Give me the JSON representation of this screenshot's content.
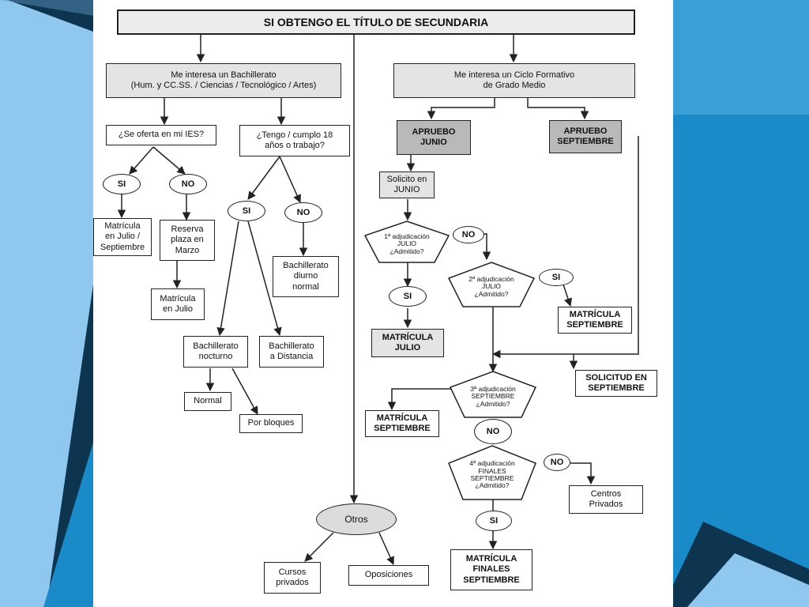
{
  "colors": {
    "background": "#8fc7ee",
    "accent_blue": "#1a8ac8",
    "dark_navy": "#0d3550",
    "box_grey": "#e4e4e4",
    "box_dark": "#b9b9b9"
  },
  "title": "SI OBTENGO EL TÍTULO DE SECUNDARIA",
  "bachillerato": {
    "heading": "Me interesa un Bachillerato\n(Hum. y CC.SS. / Ciencias / Tecnológico / Artes)",
    "q_ies": "¿Se oferta en mi IES?",
    "q_age": "¿Tengo / cumplo 18\naños o trabajo?",
    "ies_si": "SI",
    "ies_no": "NO",
    "matricula_julio_sept": "Matrícula\nen Julio /\nSeptiembre",
    "reserva": "Reserva\nplaza en\nMarzo",
    "matricula_julio": "Matrícula\nen Julio",
    "age_si": "SI",
    "age_no": "NO",
    "diurno": "Bachillerato\ndiurno\nnormal",
    "nocturno": "Bachillerato\nnocturno",
    "distancia": "Bachillerato\na Distancia",
    "normal": "Normal",
    "bloques": "Por bloques"
  },
  "otros": {
    "label": "Otros",
    "cursos": "Cursos\nprivados",
    "oposiciones": "Oposiciones"
  },
  "ciclo": {
    "heading": "Me interesa un Ciclo Formativo\nde Grado Medio",
    "aprueba_junio": "APRUEBO\nJUNIO",
    "aprueba_sept": "APRUEBO\nSEPTIEMBRE",
    "solicito_junio": "Solicito en\nJUNIO",
    "adj1": "1ª adjudicación\nJULIO\n¿Admitido?",
    "adj1_no": "NO",
    "adj1_si": "SI",
    "matricula_julio": "MATRÍCULA\nJULIO",
    "adj2": "2ª adjudicación\nJULIO\n¿Admitido?",
    "adj2_si": "SI",
    "matricula_sept_a": "MATRÍCULA\nSEPTIEMBRE",
    "solicitud_sept": "SOLICITUD EN\nSEPTIEMBRE",
    "adj3": "3ª adjudicación\nSEPTIEMBRE\n¿Admitido?",
    "matricula_sept_b": "MATRÍCULA\nSEPTIEMBRE",
    "adj3_no": "NO",
    "adj4": "4ª adjudicación\nFINALES\nSEPTIEMBRE\n¿Admitido?",
    "adj4_no": "NO",
    "centros_privados": "Centros\nPrivados",
    "adj4_si": "SI",
    "matricula_finales": "MATRÍCULA\nFINALES\nSEPTIEMBRE"
  }
}
